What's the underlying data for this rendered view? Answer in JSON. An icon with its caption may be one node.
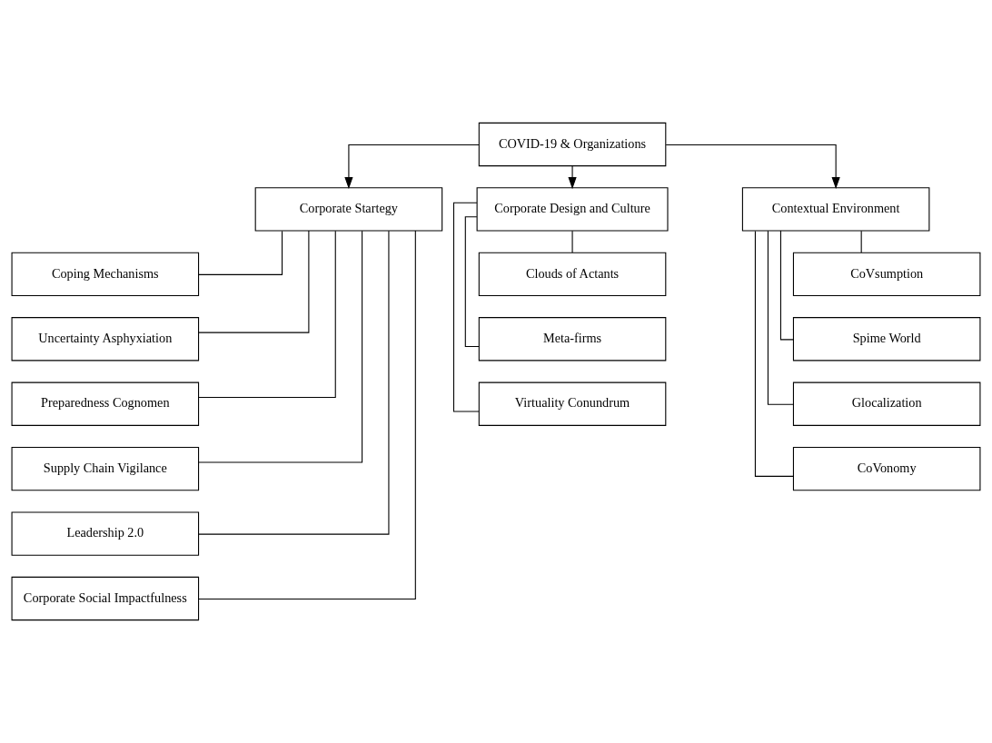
{
  "diagram": {
    "nodes": [
      {
        "text": [
          "COVID-19 & Organizations"
        ]
      },
      {
        "text": [
          "Corporate Startegy"
        ]
      },
      {
        "text": [
          "Corporate Design and Culture"
        ]
      },
      {
        "text": [
          "Contextual Environment"
        ]
      },
      {
        "text": [
          "Coping Mechanisms"
        ]
      },
      {
        "text": [
          "Uncertainty Asphyxiation"
        ]
      },
      {
        "text": [
          "Preparedness Cognomen"
        ]
      },
      {
        "text": [
          "Supply Chain Vigilance"
        ]
      },
      {
        "text": [
          "Leadership 2.0"
        ]
      },
      {
        "text": [
          "Corporate Social Impactfulness"
        ]
      },
      {
        "text": [
          "Clouds of Actants"
        ]
      },
      {
        "text": [
          "Meta-firms"
        ]
      },
      {
        "text": [
          "Virtuality Conundrum"
        ]
      },
      {
        "text": [
          "CoVsumption"
        ]
      },
      {
        "text": [
          "Spime World"
        ]
      },
      {
        "text": [
          "Glocalization"
        ]
      },
      {
        "text": [
          "CoVonomy"
        ]
      }
    ],
    "edges": [
      {
        "from": 0,
        "to": 1,
        "arrow": "to"
      },
      {
        "from": 0,
        "to": 2,
        "arrow": "to"
      },
      {
        "from": 0,
        "to": 3,
        "arrow": "to"
      },
      {
        "from": 1,
        "to": 4,
        "arrow": "none"
      },
      {
        "from": 1,
        "to": 5,
        "arrow": "none"
      },
      {
        "from": 1,
        "to": 6,
        "arrow": "none"
      },
      {
        "from": 1,
        "to": 7,
        "arrow": "none"
      },
      {
        "from": 1,
        "to": 8,
        "arrow": "none"
      },
      {
        "from": 1,
        "to": 9,
        "arrow": "none"
      },
      {
        "from": 2,
        "to": 10,
        "arrow": "none"
      },
      {
        "from": 2,
        "to": 11,
        "arrow": "none"
      },
      {
        "from": 2,
        "to": 12,
        "arrow": "none"
      },
      {
        "from": 3,
        "to": 13,
        "arrow": "none"
      },
      {
        "from": 3,
        "to": 14,
        "arrow": "none"
      },
      {
        "from": 3,
        "to": 15,
        "arrow": "none"
      },
      {
        "from": 3,
        "to": 16,
        "arrow": "none"
      }
    ]
  }
}
